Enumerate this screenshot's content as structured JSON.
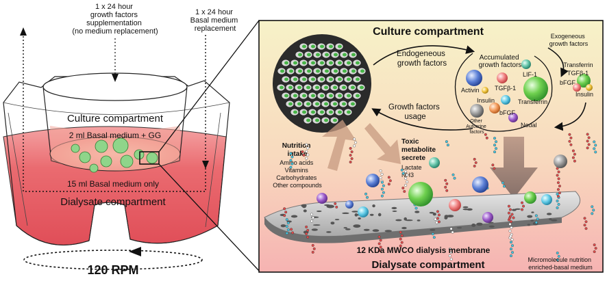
{
  "left": {
    "supplement_note": [
      "1 x 24 hour",
      "growth factors",
      "supplementation",
      "(no medium replacement)"
    ],
    "replacement_note": [
      "1 x 24 hour",
      "Basal medium",
      "replacement"
    ],
    "culture_compartment": "Culture compartment",
    "basal_gg": "2 ml Basal medium + GG",
    "basal_only": "15 ml Basal medium only",
    "dialysate_compartment": "Dialysate compartment",
    "rpm": "120 RPM"
  },
  "right": {
    "culture_title": "Culture compartment",
    "dialysate_title": "Dialysate compartment",
    "endogenous": [
      "Endogeneous",
      "growth factors"
    ],
    "exogenous": [
      "Exogeneous",
      "growth factors"
    ],
    "accumulated": [
      "Accumulated",
      "growth factors"
    ],
    "usage": [
      "Growth factors",
      "usage"
    ],
    "nutrition_title": [
      "Nutrition",
      "intake"
    ],
    "nutrition_items": [
      "Amino acids",
      "Vitamins",
      "Carbohydrates",
      "Other compounds"
    ],
    "toxic_title": [
      "Toxic",
      "metabolite",
      "secrete"
    ],
    "toxic_items": [
      "Lactate",
      "NH3"
    ],
    "membrane": "12 KDa MWCO dialysis membrane",
    "micronutrition": [
      "Micromolecule nutrition",
      "enriched-basal medium"
    ],
    "factors_inner": {
      "lif": "LIF-1",
      "activin": "Activin",
      "tgf": "TGFβ-1",
      "insulin": "Insulin",
      "transferrin": "Transferrin",
      "bfgf": "bFGF",
      "other": [
        "Other",
        "Autocrine",
        "factors"
      ],
      "nodal": "Nodal"
    },
    "factors_exo": {
      "transferrin": "Transferrin",
      "tgf": "TGFβ-1",
      "bfgf": "bFGF",
      "insulin": "Insulin"
    }
  },
  "colors": {
    "medium_red": "#e8606a",
    "panel_top": "#f6f1c4",
    "panel_bottom": "#f7b8b6",
    "cell_green": "#46b446",
    "arrow_tan": "#c79a80"
  }
}
